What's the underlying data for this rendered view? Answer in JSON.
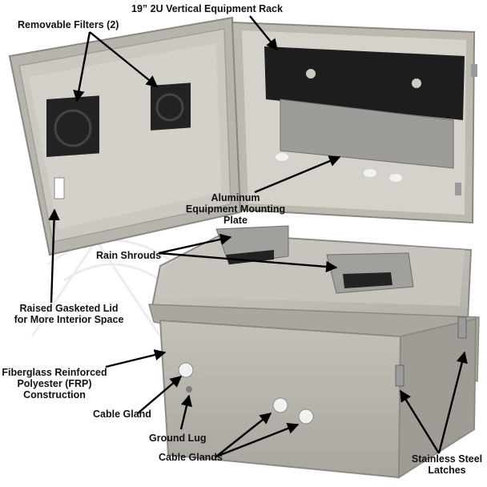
{
  "callouts": {
    "rack": "19” 2U Vertical Equipment Rack",
    "filters": "Removable Filters (2)",
    "plate_line1": "Aluminum",
    "plate_line2": "Equipment Mounting",
    "plate_line3": "Plate",
    "shrouds": "Rain Shrouds",
    "lid_line1": "Raised Gasketed Lid",
    "lid_line2": "for More Interior Space",
    "frp_line1": "Fiberglass Reinforced",
    "frp_line2": "Polyester (FRP)",
    "frp_line3": "Construction",
    "gland": "Cable Gland",
    "lug": "Ground Lug",
    "glands": "Cable Glands",
    "latch_line1": "Stainless Steel",
    "latch_line2": "Latches"
  },
  "colors": {
    "enclosure_gray": "#b9b6ae",
    "enclosure_dark": "#8f8c85",
    "inner_gray": "#cfccc5",
    "rack_black": "#1d1d1d",
    "label_text": "#111111"
  }
}
